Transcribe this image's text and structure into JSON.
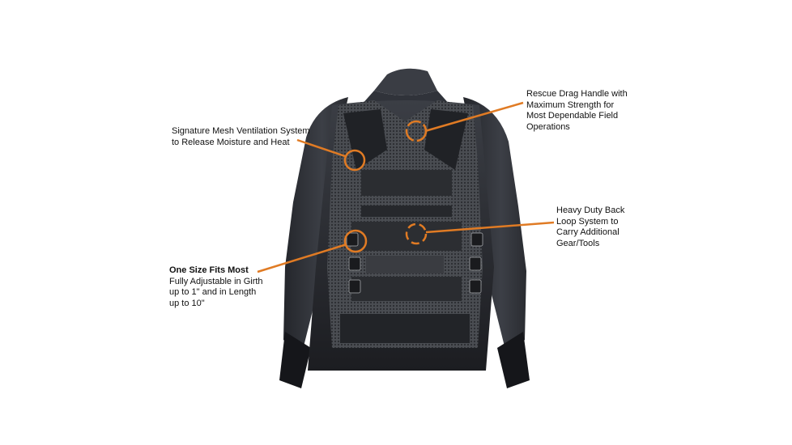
{
  "image": {
    "subject": "tactical-vest-back-view",
    "accent_color": "#e07b24",
    "background_color": "#ffffff"
  },
  "callouts": {
    "mesh": {
      "line1": "Signature Mesh Ventilation System",
      "line2": "to Release Moisture and Heat"
    },
    "drag_handle": {
      "line1": "Rescue Drag Handle with",
      "line2": "Maximum Strength for",
      "line3": "Most Dependable Field",
      "line4": "Operations"
    },
    "loop_system": {
      "line1": "Heavy Duty Back",
      "line2": "Loop System to",
      "line3": "Carry Additional",
      "line4": "Gear/Tools"
    },
    "size": {
      "title": "One Size Fits Most",
      "line1": "Fully Adjustable in Girth",
      "line2": "up to 1\" and in Length",
      "line3": "up to 10\""
    }
  }
}
